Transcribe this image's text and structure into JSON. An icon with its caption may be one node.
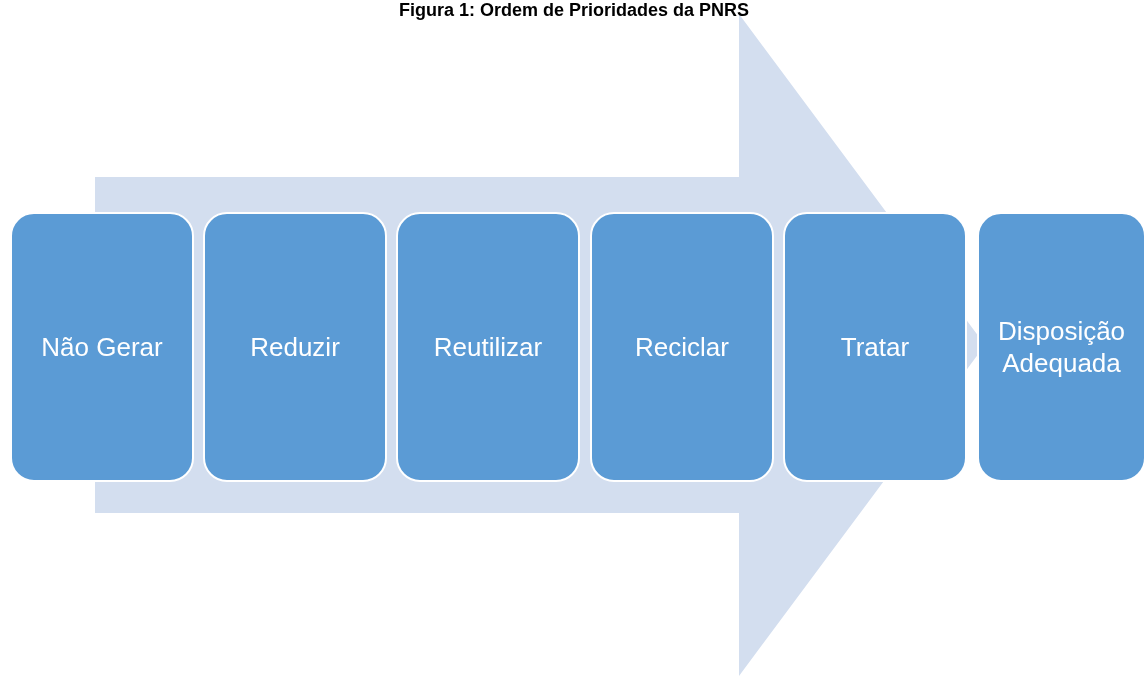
{
  "diagram": {
    "title": "Figura 1: Ordem de Prioridades da PNRS",
    "nodes": [
      {
        "text": [
          "Não Gerar"
        ]
      },
      {
        "text": [
          "Reduzir"
        ]
      },
      {
        "text": [
          "Reutilizar"
        ]
      },
      {
        "text": [
          "Reciclar"
        ]
      },
      {
        "text": [
          "Tratar"
        ]
      },
      {
        "text": [
          "Disposição Adequada"
        ]
      }
    ],
    "edges": [
      {
        "from": 0,
        "to": 5,
        "arrow": "to"
      }
    ]
  }
}
